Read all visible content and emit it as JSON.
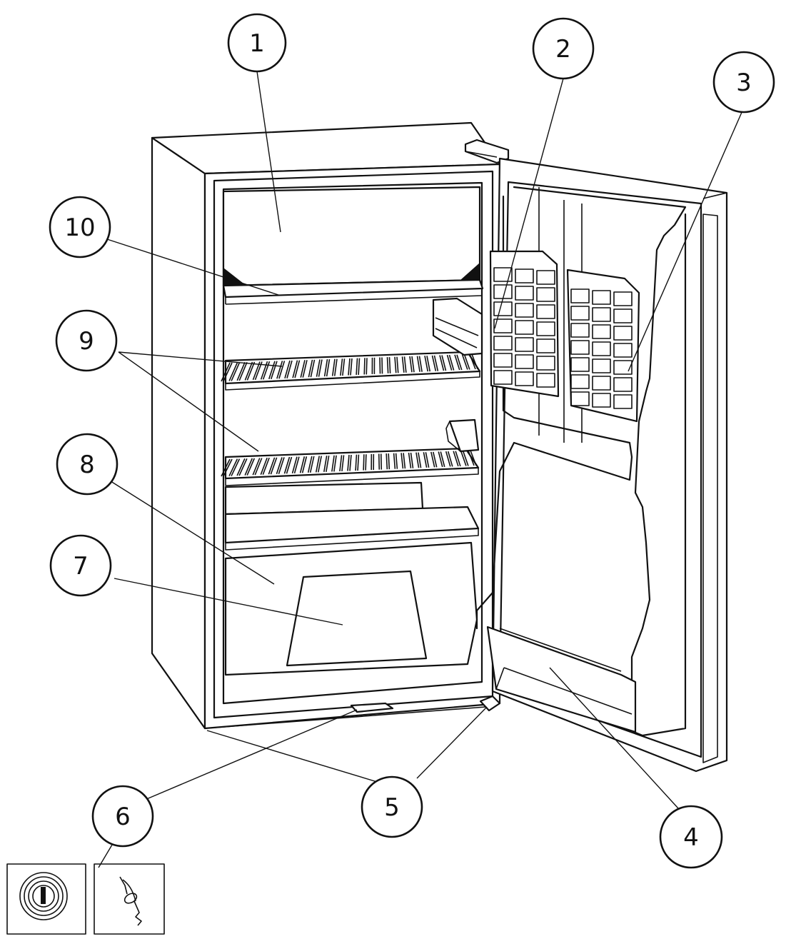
{
  "callouts": [
    {
      "id": "1",
      "label": "1"
    },
    {
      "id": "2",
      "label": "2"
    },
    {
      "id": "3",
      "label": "3"
    },
    {
      "id": "4",
      "label": "4"
    },
    {
      "id": "5",
      "label": "5"
    },
    {
      "id": "6",
      "label": "6"
    },
    {
      "id": "7",
      "label": "7"
    },
    {
      "id": "8",
      "label": "8"
    },
    {
      "id": "9",
      "label": "9"
    },
    {
      "id": "10",
      "label": "10"
    }
  ],
  "insets": [
    {
      "name": "lock-cylinder",
      "icon": "lock-icon"
    },
    {
      "name": "key",
      "icon": "key-icon"
    }
  ]
}
